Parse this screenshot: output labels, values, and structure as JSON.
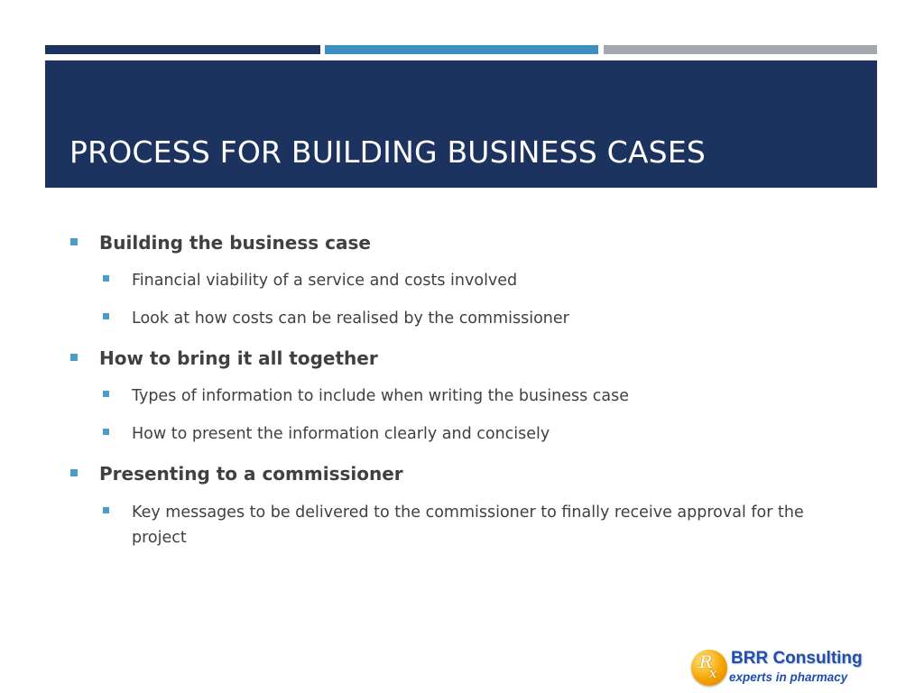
{
  "colors": {
    "navy": "#1c3360",
    "steel_blue": "#3d8fbf",
    "gray": "#a3a8ae",
    "bullet": "#4b9cc9",
    "body_text": "#404040",
    "logo_blue": "#1f4fb0"
  },
  "slide": {
    "title": "PROCESS FOR BUILDING BUSINESS CASES"
  },
  "bullets": [
    {
      "label": "Building the business case",
      "subitems": [
        "Financial viability of a service and costs involved",
        "Look at how costs can be realised by the commissioner"
      ]
    },
    {
      "label": "How to bring it all together",
      "subitems": [
        "Types of information to include when writing the business case",
        "How to present the information clearly and concisely"
      ]
    },
    {
      "label": "Presenting to a commissioner",
      "subitems": [
        "Key messages to be delivered to the commissioner to finally receive approval for the project"
      ]
    }
  ],
  "logo": {
    "name": "BRR Consulting",
    "tagline": "experts in pharmacy",
    "symbol_r": "R",
    "symbol_x": "x",
    "icon": "rx-circle-icon"
  }
}
